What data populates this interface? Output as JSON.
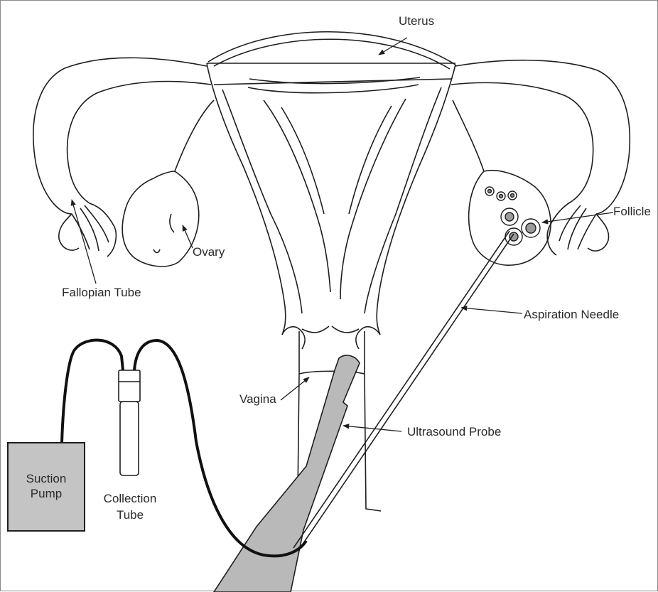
{
  "labels": {
    "uterus": "Uterus",
    "ovary": "Ovary",
    "fallopian_tube": "Fallopian Tube",
    "follicle": "Follicle",
    "aspiration_needle": "Aspiration Needle",
    "vagina": "Vagina",
    "ultrasound_probe": "Ultrasound Probe",
    "suction_pump_line1": "Suction",
    "suction_pump_line2": "Pump",
    "collection_tube_line1": "Collection",
    "collection_tube_line2": "Tube"
  },
  "colors": {
    "line": "#1e1e1e",
    "fill_gray": "#b9b9b9",
    "pump_fill": "#c4c4c4"
  }
}
